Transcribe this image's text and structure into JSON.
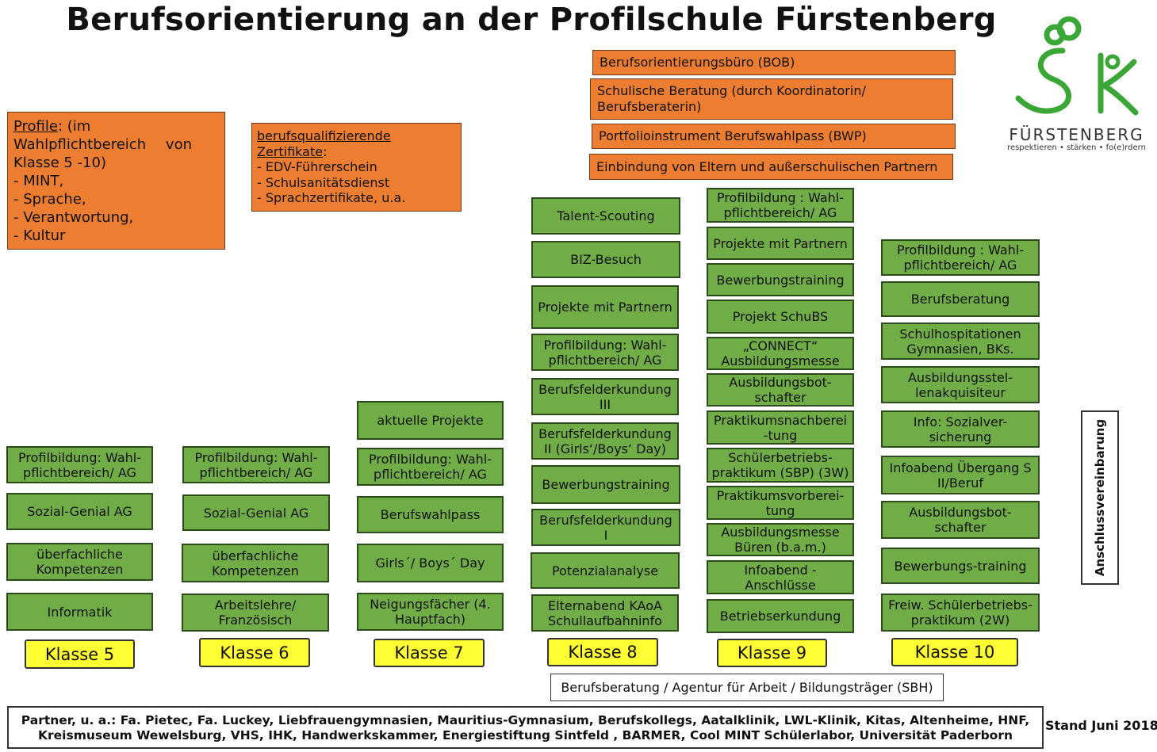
{
  "title": "Berufsorientierung an der Profilschule Fürstenberg",
  "logo": {
    "name": "FÜRSTENBERG",
    "slogan": "respektieren • stärken • fo(e)rdern",
    "color": "#3aa635"
  },
  "colors": {
    "orange": "#ed7d31",
    "green": "#70ad47",
    "yellow": "#ffff33"
  },
  "profile_box": {
    "heading": "Profile",
    "lines": [
      ": (im",
      "Wahlpflichtbereich",
      "von",
      "Klasse 5 -10)",
      "- MINT,",
      "- Sprache,",
      "- Verantwortung,",
      "- Kultur"
    ]
  },
  "zertifikate_box": {
    "heading_1": "berufsqualifizierende",
    "heading_2": "Zertifikate",
    "heading_colon": ":",
    "items": [
      "-   EDV-Führerschein",
      "-   Schulsanitätsdienst",
      "-   Sprachzertifikate, u.a."
    ]
  },
  "top_orange": [
    {
      "text": "Berufsorientierungsbüro (BOB)"
    },
    {
      "text": "Schulische Beratung (durch Koordinatorin/ Berufsberaterin)"
    },
    {
      "text": "Portfolioinstrument Berufswahlpass (BWP)"
    },
    {
      "text": "Einbindung von Eltern und außerschulischen Partnern"
    }
  ],
  "klassen": [
    {
      "label": "Klasse 5",
      "items": [
        "Profilbildung: Wahl-pflichtbereich/ AG",
        "Sozial-Genial AG",
        "überfachliche Kompetenzen",
        "Informatik"
      ]
    },
    {
      "label": "Klasse 6",
      "items": [
        "Profilbildung: Wahl-pflichtbereich/ AG",
        "Sozial-Genial AG",
        "überfachliche Kompetenzen",
        "Arbeitslehre/ Französisch"
      ]
    },
    {
      "label": "Klasse 7",
      "items": [
        "aktuelle Projekte",
        "Profilbildung: Wahl-pflichtbereich/ AG",
        "Berufswahlpass",
        "Girls´/ Boys´ Day",
        "Neigungsfächer (4. Hauptfach)"
      ]
    },
    {
      "label": "Klasse 8",
      "items": [
        "Talent-Scouting",
        "BIZ-Besuch",
        "Projekte mit Partnern",
        "Profilbildung: Wahl-pflichtbereich/ AG",
        "Berufsfelderkundung III",
        "Berufsfelderkundung II (Girls‘/Boys‘ Day)",
        "Bewerbungstraining",
        "Berufsfelderkundung I",
        "Potenzialanalyse",
        "Elternabend KAoA Schullaufbahninfo"
      ]
    },
    {
      "label": "Klasse 9",
      "items": [
        "Profilbildung : Wahl-pflichtbereich/ AG",
        "Projekte mit Partnern",
        "Bewerbungstraining",
        "Projekt SchuBS",
        "„CONNECT“ Ausbildungsmesse",
        "Ausbildungsbot-schafter",
        "Praktikumsnachberei -tung",
        "Schülerbetriebs-praktikum (SBP) (3W)",
        "Praktikumsvorberei-tung",
        "Ausbildungsmesse Büren (b.a.m.)",
        "Infoabend - Anschlüsse",
        "Betriebserkundung"
      ]
    },
    {
      "label": "Klasse 10",
      "items": [
        "Profilbildung : Wahl-pflichtbereich/ AG",
        "Berufsberatung",
        "Schulhospitationen Gymnasien, BKs.",
        "Ausbildungsstel-lenakquisiteur",
        "Info: Sozialver-sicherung",
        "Infoabend Übergang S II/Beruf",
        "Ausbildungsbot-schafter",
        "Bewerbungs-training",
        "Freiw. Schülerbetriebs-praktikum (2W)"
      ]
    }
  ],
  "anschluss": "Anschlussvereinbarung",
  "berufsberatung_bar": "Berufsberatung / Agentur für Arbeit / Bildungsträger (SBH)",
  "partner_text_1": "Partner, u. a.:  Fa. Pietec, Fa. Luckey, Liebfrauengymnasien,  Mauritius-Gymnasium, Berufskollegs, Aatalklinik, LWL-Klinik, Kitas, Altenheime, HNF,",
  "partner_text_2": "Kreismuseum Wewelsburg, VHS, IHK, Handwerkskammer, Energiestiftung Sintfeld , BARMER, Cool MINT Schülerlabor, Universität Paderborn",
  "stand": "Stand  Juni 2018"
}
